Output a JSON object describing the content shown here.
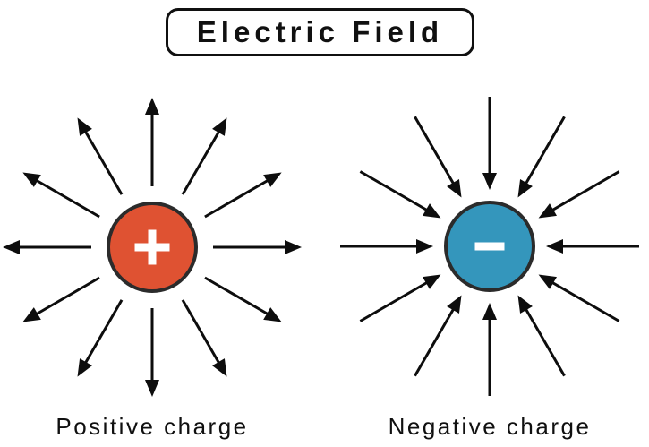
{
  "title": "Electric Field",
  "colors": {
    "background": "#ffffff",
    "arrow": "#0d0d0d",
    "circle_stroke": "#2b2b2b",
    "symbol": "#ffffff",
    "text": "#101010",
    "title_border": "#101010"
  },
  "charges": [
    {
      "id": "positive",
      "symbol": "+",
      "label": "Positive charge",
      "fill": "#df5232",
      "field_direction": "outward"
    },
    {
      "id": "negative",
      "symbol": "−",
      "label": "Negative charge",
      "fill": "#3496bc",
      "field_direction": "inward"
    }
  ],
  "field": {
    "arrows_per_charge": 12,
    "angle_step_deg": 30,
    "inner_radius": 63,
    "outer_radius": 167,
    "outward_tail_gap": 5,
    "head_length": 19,
    "head_half_width": 8,
    "line_width": 3,
    "circle_radius": 49,
    "circle_stroke_width": 4,
    "plus_arm_length": 39,
    "minus_length": 33,
    "bar_thickness": 9
  }
}
